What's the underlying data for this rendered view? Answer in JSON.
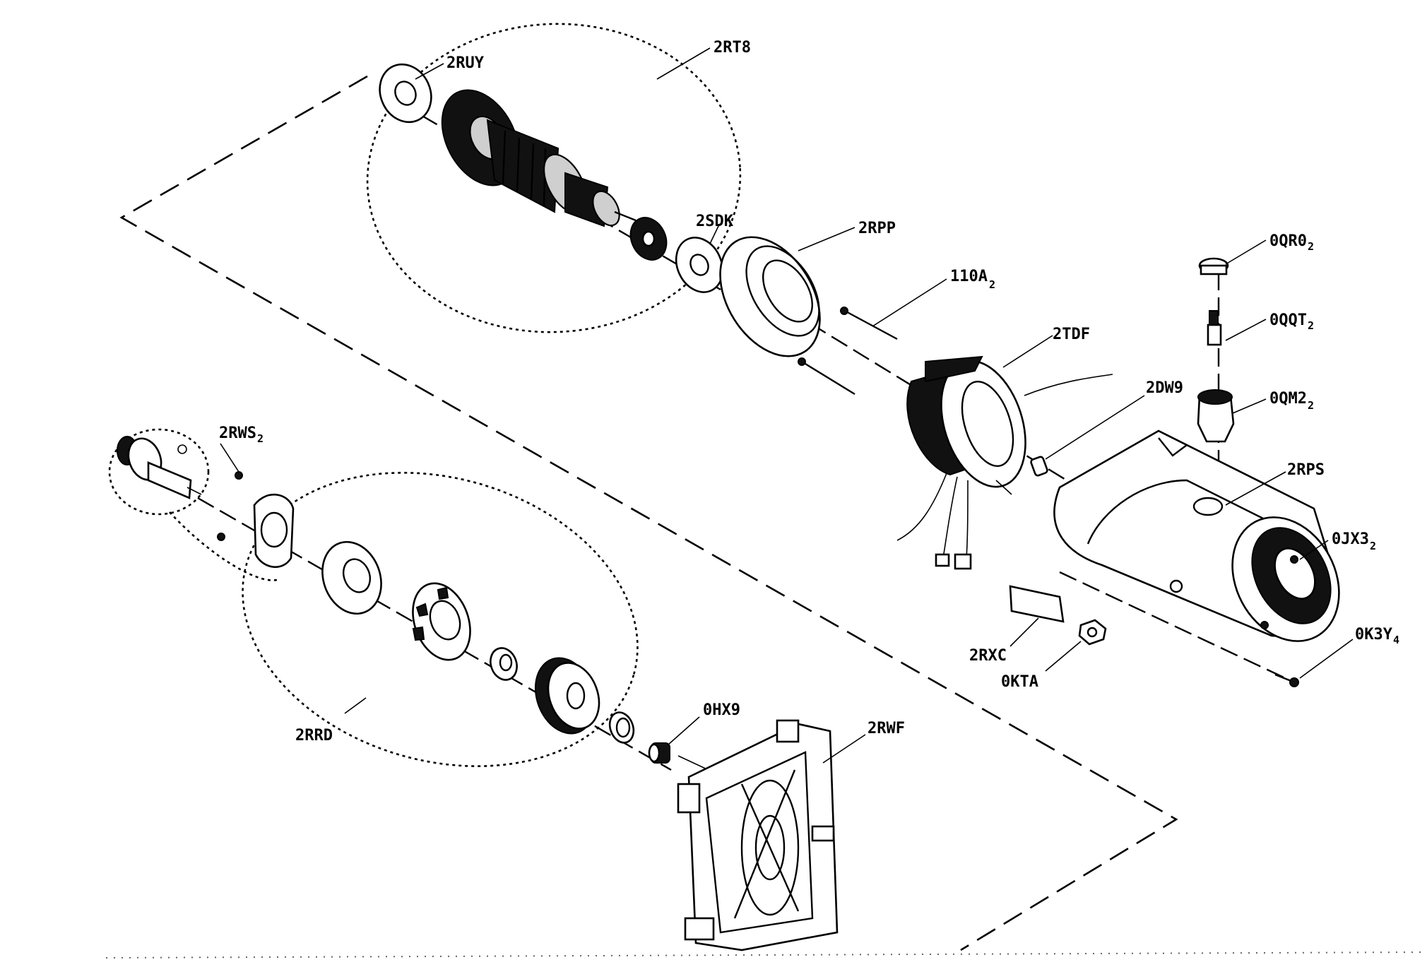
{
  "labels": {
    "rt8": {
      "text": "2RT8"
    },
    "ruy": {
      "text": "2RUY"
    },
    "sdk": {
      "text": "2SDK"
    },
    "rpp": {
      "text": "2RPP"
    },
    "a110": {
      "text": "110A",
      "sub": "2"
    },
    "tdf": {
      "text": "2TDF"
    },
    "dw9": {
      "text": "2DW9"
    },
    "qro": {
      "text": "0QR0",
      "sub": "2"
    },
    "qqt": {
      "text": "0QQT",
      "sub": "2"
    },
    "qm2": {
      "text": "0QM2",
      "sub": "2"
    },
    "rps": {
      "text": "2RPS"
    },
    "jx3": {
      "text": "0JX3",
      "sub": "2"
    },
    "k3y": {
      "text": "0K3Y",
      "sub": "4"
    },
    "rxc": {
      "text": "2RXC"
    },
    "kta": {
      "text": "0KTA"
    },
    "rws": {
      "text": "2RWS",
      "sub": "2"
    },
    "rrd": {
      "text": "2RRD"
    },
    "hx9": {
      "text": "0HX9"
    },
    "rwf": {
      "text": "2RWF"
    }
  },
  "icons": [
    "armature-icon",
    "bearing-icon",
    "field-coil-icon",
    "motor-housing-icon",
    "gear-icon",
    "end-cap-icon",
    "spindle-icon",
    "brush-cap-icon"
  ]
}
